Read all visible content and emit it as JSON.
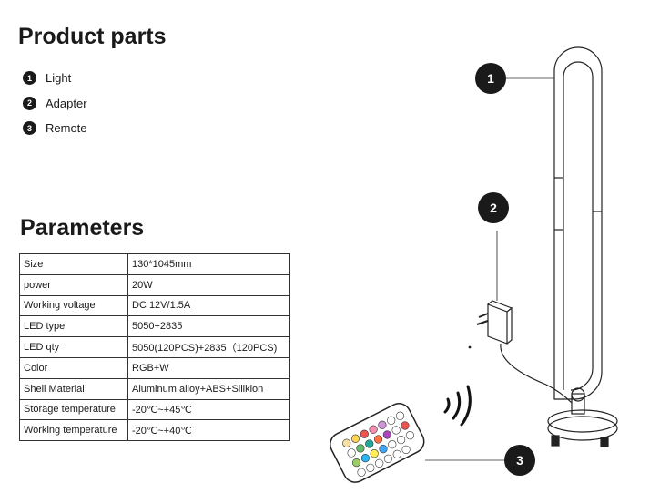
{
  "product_parts": {
    "title": "Product parts",
    "items": [
      {
        "num": "1",
        "label": "Light"
      },
      {
        "num": "2",
        "label": "Adapter"
      },
      {
        "num": "3",
        "label": "Remote"
      }
    ]
  },
  "parameters": {
    "title": "Parameters",
    "rows": [
      {
        "key": "Size",
        "value": "130*1045mm"
      },
      {
        "key": "power",
        "value": "20W"
      },
      {
        "key": "Working voltage",
        "value": "DC 12V/1.5A"
      },
      {
        "key": "LED type",
        "value": "5050+2835"
      },
      {
        "key": "LED qty",
        "value": "5050(120PCS)+2835（120PCS)"
      },
      {
        "key": "Color",
        "value": "RGB+W"
      },
      {
        "key": "Shell Material",
        "value": "Aluminum alloy+ABS+Silikion"
      },
      {
        "key": "Storage temperature",
        "value": "-20℃~+45℃"
      },
      {
        "key": "Working temperature",
        "value": "-20℃~+40℃"
      }
    ]
  },
  "callouts": [
    "1",
    "2",
    "3"
  ],
  "colors": {
    "text": "#1a1a1a",
    "badge": "#1a1a1a",
    "badge_text": "#ffffff",
    "table_border": "#333333",
    "lamp_stroke": "#222222"
  }
}
